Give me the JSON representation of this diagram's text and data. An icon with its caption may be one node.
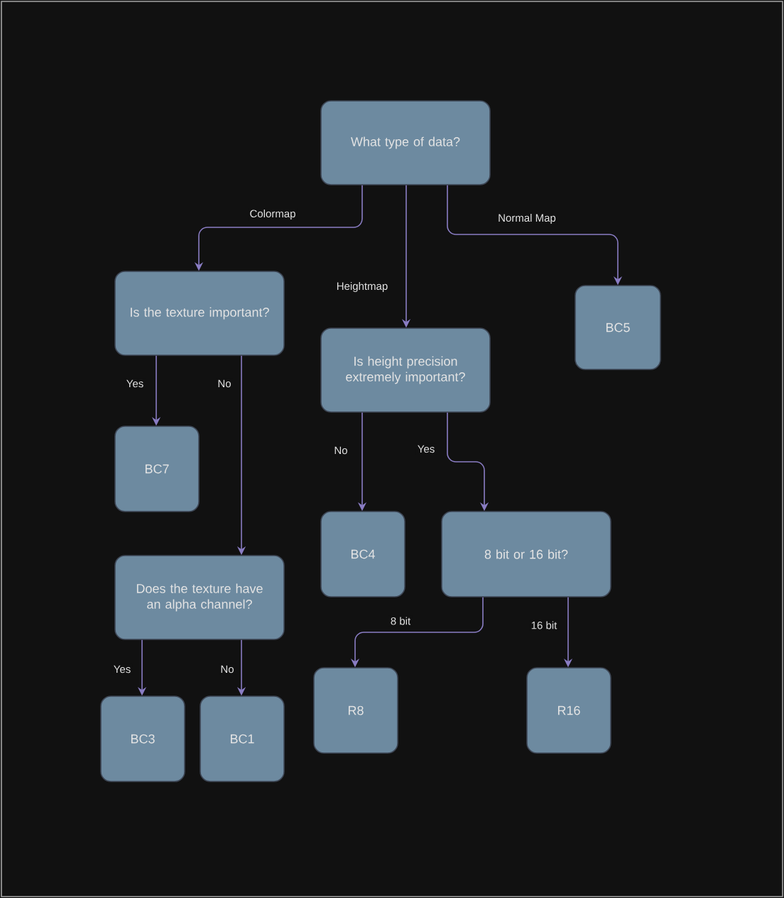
{
  "diagram": {
    "nodes": [
      {
        "text": [
          "What type of data?"
        ]
      },
      {
        "text": [
          "Is the texture important?"
        ]
      },
      {
        "text": [
          "Is height precision extremely important?"
        ]
      },
      {
        "text": [
          "BC5"
        ]
      },
      {
        "text": [
          "BC7"
        ]
      },
      {
        "text": [
          "Does the texture have an alpha channel?"
        ]
      },
      {
        "text": [
          "BC4"
        ]
      },
      {
        "text": [
          "8 bit or 16 bit?"
        ]
      },
      {
        "text": [
          "BC3"
        ]
      },
      {
        "text": [
          "BC1"
        ]
      },
      {
        "text": [
          "R8"
        ]
      },
      {
        "text": [
          "R16"
        ]
      }
    ],
    "edges": [
      {
        "from": 0,
        "to": 1,
        "arrow": "to",
        "label": "Colormap"
      },
      {
        "from": 0,
        "to": 2,
        "arrow": "to",
        "label": "Heightmap"
      },
      {
        "from": 0,
        "to": 3,
        "arrow": "to",
        "label": "Normal Map"
      },
      {
        "from": 1,
        "to": 4,
        "arrow": "to",
        "label": "Yes"
      },
      {
        "from": 1,
        "to": 5,
        "arrow": "to",
        "label": "No"
      },
      {
        "from": 2,
        "to": 6,
        "arrow": "to",
        "label": "No"
      },
      {
        "from": 2,
        "to": 7,
        "arrow": "to",
        "label": "Yes"
      },
      {
        "from": 7,
        "to": 10,
        "arrow": "to",
        "label": "8 bit"
      },
      {
        "from": 7,
        "to": 11,
        "arrow": "to",
        "label": "16 bit"
      },
      {
        "from": 5,
        "to": 8,
        "arrow": "to",
        "label": "Yes"
      },
      {
        "from": 5,
        "to": 9,
        "arrow": "to",
        "label": "No"
      }
    ]
  }
}
